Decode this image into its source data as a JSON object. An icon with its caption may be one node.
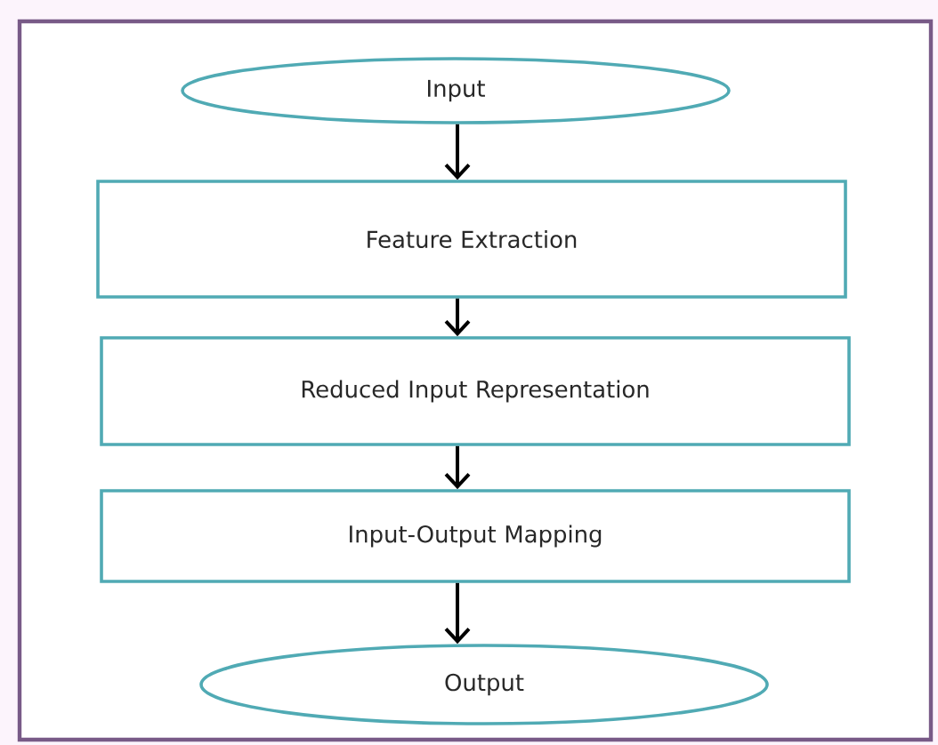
{
  "diagram": {
    "nodes": [
      {
        "text": [
          "Input"
        ]
      },
      {
        "text": [
          "Feature Extraction"
        ]
      },
      {
        "text": [
          "Reduced Input Representation"
        ]
      },
      {
        "text": [
          "Input-Output Mapping"
        ]
      },
      {
        "text": [
          "Output"
        ]
      }
    ],
    "edges": [
      {
        "from": 0,
        "to": 1,
        "arrow": "to"
      },
      {
        "from": 1,
        "to": 2,
        "arrow": "to"
      },
      {
        "from": 2,
        "to": 3,
        "arrow": "to"
      },
      {
        "from": 3,
        "to": 4,
        "arrow": "to"
      }
    ]
  }
}
